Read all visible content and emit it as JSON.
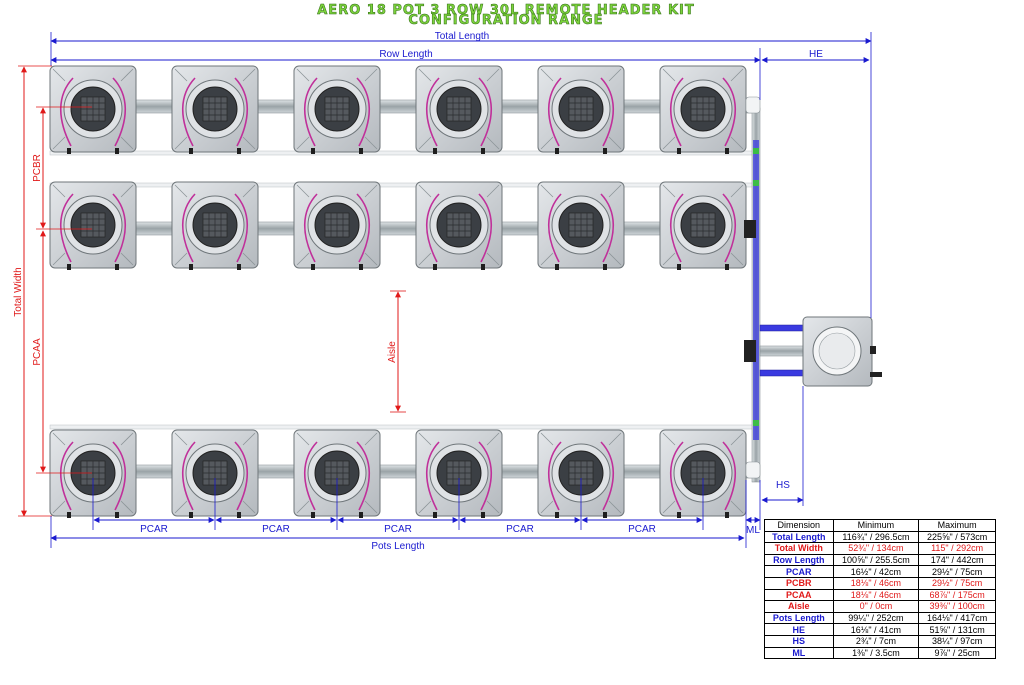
{
  "title": {
    "line1": "AERO 18 POT 3 ROW 30L REMOTE HEADER KIT",
    "line2": "CONFIGURATION RANGE"
  },
  "labels": {
    "total_length": "Total Length",
    "row_length": "Row Length",
    "he": "HE",
    "total_width": "Total Width",
    "pcbr": "PCBR",
    "pcaa": "PCAA",
    "aisle": "Aisle",
    "hs": "HS",
    "pcar": "PCAR",
    "ml": "ML",
    "pots_length": "Pots Length"
  },
  "layout": {
    "rows": 3,
    "pots_per_row": 6,
    "remote_header_tanks": 1
  },
  "colors": {
    "title_green": "#7cd23c",
    "dimension_blue": "#1a1acf",
    "dimension_red": "#e01919",
    "pot_grey": "#c8cdd2",
    "pipe_grey": "#aab2b6",
    "hose_magenta": "#c0309a",
    "header_pipe_blue": "#3a3ae0"
  },
  "table": {
    "headers": [
      "Dimension",
      "Minimum",
      "Maximum"
    ],
    "rows": [
      {
        "name": "Total Length",
        "min": "116¾\" / 296.5cm",
        "max": "225⅝\" / 573cm",
        "color": "blue"
      },
      {
        "name": "Total Width",
        "min": "52¾\" / 134cm",
        "max": "115\" / 292cm",
        "color": "red"
      },
      {
        "name": "Row Length",
        "min": "100⅝\" / 255.5cm",
        "max": "174\" / 442cm",
        "color": "blue"
      },
      {
        "name": "PCAR",
        "min": "16½\" / 42cm",
        "max": "29½\" / 75cm",
        "color": "blue"
      },
      {
        "name": "PCBR",
        "min": "18⅛\" / 46cm",
        "max": "29½\" / 75cm",
        "color": "red"
      },
      {
        "name": "PCAA",
        "min": "18⅛\" / 46cm",
        "max": "68⅞\" / 175cm",
        "color": "red"
      },
      {
        "name": "Aisle",
        "min": "0\" / 0cm",
        "max": "39⅜\" / 100cm",
        "color": "red"
      },
      {
        "name": "Pots Length",
        "min": "99¼\" / 252cm",
        "max": "164⅛\" / 417cm",
        "color": "blue"
      },
      {
        "name": "HE",
        "min": "16⅛\" / 41cm",
        "max": "51⅝\" / 131cm",
        "color": "blue"
      },
      {
        "name": "HS",
        "min": "2¾\" / 7cm",
        "max": "38¼\" / 97cm",
        "color": "blue"
      },
      {
        "name": "ML",
        "min": "1⅜\" / 3.5cm",
        "max": "9⅞\" / 25cm",
        "color": "blue"
      }
    ]
  }
}
